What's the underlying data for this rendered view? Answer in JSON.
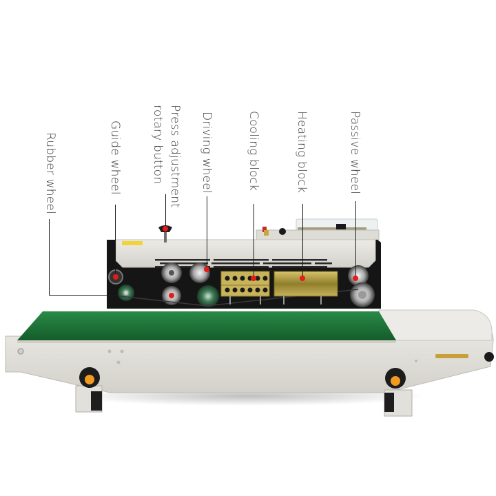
{
  "image": {
    "subject": "Continuous band sealer machine with labeled parts",
    "background_color": "#ffffff"
  },
  "labels": [
    {
      "id": "rubber-wheel",
      "text": "Rubber wheel"
    },
    {
      "id": "guide-wheel",
      "text": "Guide wheel"
    },
    {
      "id": "press-adjustment",
      "text": "Press adjustment rotary button",
      "lines": [
        "Press adjustment",
        "rotary button"
      ]
    },
    {
      "id": "driving-wheel",
      "text": "Driving wheel"
    },
    {
      "id": "cooling-block",
      "text": "Cooling block"
    },
    {
      "id": "heating-block",
      "text": "Heating block"
    },
    {
      "id": "passive-wheel",
      "text": "Passive wheel"
    }
  ],
  "colors": {
    "conveyor_belt": "#1f7a3a",
    "machine_body": "#e4e2dc",
    "panel_black": "#141414",
    "knob_orange": "#f29a1f",
    "marker_red": "#e51a1a",
    "heating_block": "#b9a64a",
    "cooling_block": "#c9b35a"
  }
}
